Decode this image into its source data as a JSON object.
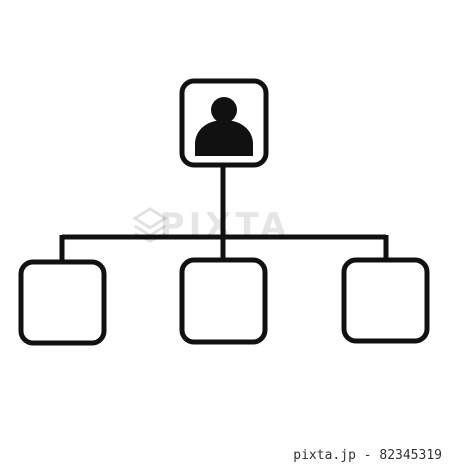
{
  "diagram": {
    "type": "org-chart",
    "nodes": [
      {
        "id": "root",
        "icon": "person-icon",
        "label": ""
      },
      {
        "id": "child-left",
        "label": ""
      },
      {
        "id": "child-center",
        "label": ""
      },
      {
        "id": "child-right",
        "label": ""
      }
    ],
    "edges": [
      {
        "from": "root",
        "to": "child-left"
      },
      {
        "from": "root",
        "to": "child-center"
      },
      {
        "from": "root",
        "to": "child-right"
      }
    ]
  },
  "watermark": {
    "text": "PIXTA",
    "logo_icon": "pixta-logo-icon"
  },
  "footer": {
    "caption": "pixta.jp - 82345319"
  },
  "colors": {
    "stroke": "#111111",
    "background": "#ffffff",
    "watermark": "#000000"
  }
}
